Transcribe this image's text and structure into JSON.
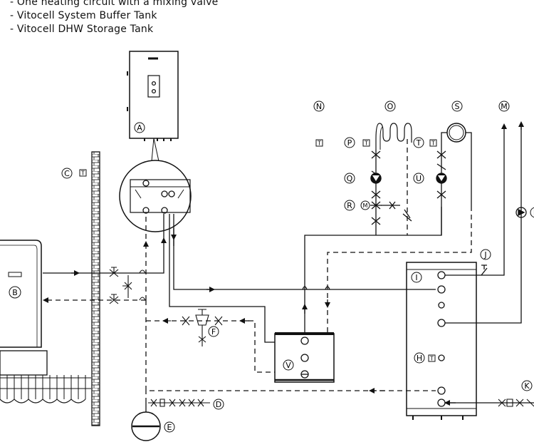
{
  "notes": [
    "- One heating circuit with a mixing valve",
    "- Vitocell System Buffer Tank",
    "- Vitocell DHW Storage Tank"
  ],
  "labels": {
    "A": "A",
    "B": "B",
    "C": "C",
    "D": "D",
    "E": "E",
    "F": "F",
    "H": "H",
    "I": "I",
    "J": "J",
    "K": "K",
    "M": "M",
    "N": "N",
    "O": "O",
    "P": "P",
    "Q": "Q",
    "R": "R",
    "S": "S",
    "T": "T",
    "U": "U",
    "V": "V",
    "L": "L"
  },
  "glyphs": {
    "temp_sensor": "T",
    "motor": "M"
  }
}
